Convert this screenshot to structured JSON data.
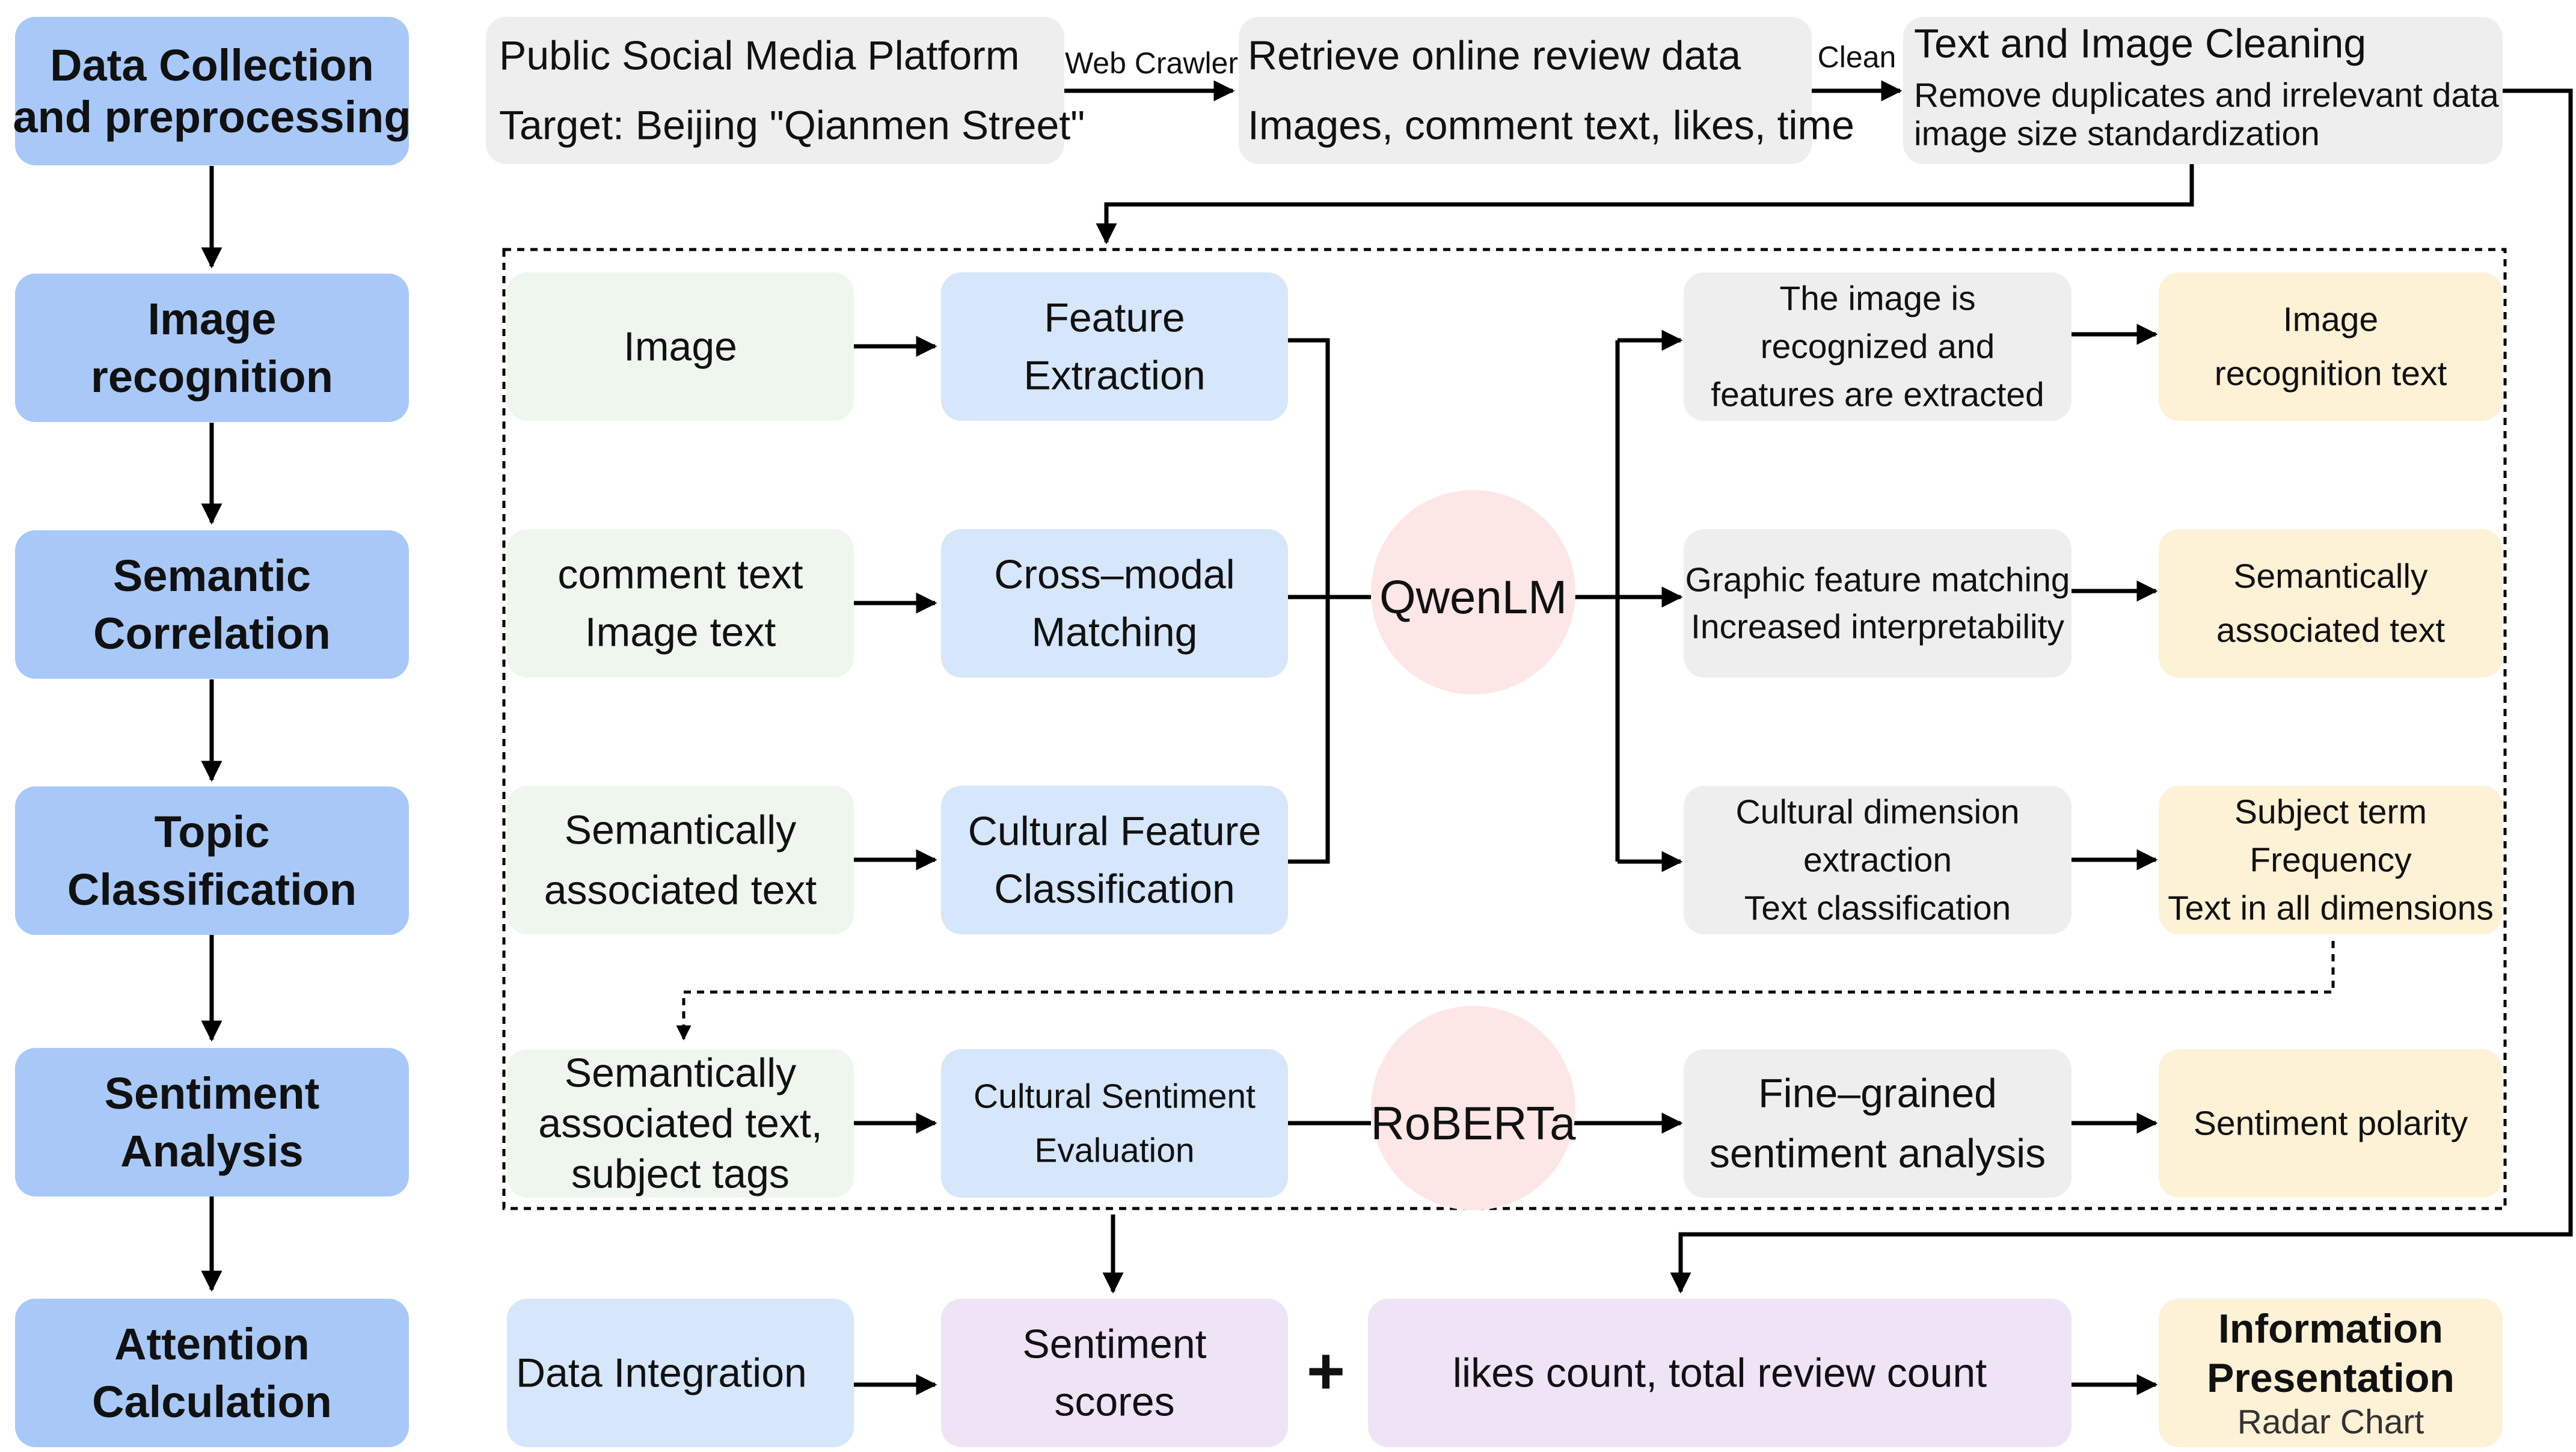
{
  "colors": {
    "stage": "#a8c9f8",
    "gray": "#eeeeee",
    "green": "#eef6ee",
    "blue": "#d6e6fb",
    "yellow": "#fdf1d6",
    "purple": "#efe3f6",
    "pink": "#fce6e6"
  },
  "stages": [
    [
      "Data Collection",
      "and preprocessing"
    ],
    [
      "Image",
      "recognition"
    ],
    [
      "Semantic",
      "Correlation"
    ],
    [
      "Topic",
      "Classification"
    ],
    [
      "Sentiment",
      "Analysis"
    ],
    [
      "Attention",
      "Calculation"
    ]
  ],
  "collection": {
    "platform": [
      "Public Social Media Platform",
      "Target: Beijing \"Qianmen Street\""
    ],
    "crawler_label": "Web Crawler",
    "retrieve": [
      "Retrieve online review data",
      "Images, comment text, likes, time"
    ],
    "clean_label": "Clean",
    "cleaning": [
      "Text and Image Cleaning",
      "Remove duplicates and irrelevant data",
      "image size standardization"
    ]
  },
  "inputs": {
    "image": [
      "Image"
    ],
    "comment": [
      "comment text",
      "Image text"
    ],
    "semantic": [
      "Semantically",
      "associated text"
    ],
    "sentiment_input": [
      "Semantically",
      "associated text,",
      "subject tags"
    ]
  },
  "modules": {
    "feature": [
      "Feature",
      "Extraction"
    ],
    "crossmodal": [
      "Cross–modal",
      "Matching"
    ],
    "cultural": [
      "Cultural Feature",
      "Classification"
    ],
    "evaluation": [
      "Cultural Sentiment",
      "Evaluation"
    ]
  },
  "models": {
    "qwen": "QwenLM",
    "roberta": "RoBERTa"
  },
  "processes": {
    "recognized": [
      "The image is",
      "recognized and",
      "features are extracted"
    ],
    "graphic": [
      "Graphic feature matching",
      "Increased interpretability"
    ],
    "dimension": [
      "Cultural dimension",
      "extraction",
      "Text classification"
    ],
    "finegrained": [
      "Fine–grained",
      "sentiment analysis"
    ]
  },
  "outputs": {
    "image_text": [
      "Image",
      "recognition text"
    ],
    "semantic_text": [
      "Semantically",
      "associated text"
    ],
    "subject": [
      "Subject term",
      "Frequency",
      "Text in all dimensions"
    ],
    "polarity": [
      "Sentiment polarity"
    ]
  },
  "attention": {
    "integration": [
      "Data Integration"
    ],
    "scores": [
      "Sentiment",
      "scores"
    ],
    "plus": "+",
    "likes": [
      "likes count, total review count"
    ],
    "presentation_title": [
      "Information",
      "Presentation"
    ],
    "presentation_sub": "Radar Chart"
  }
}
